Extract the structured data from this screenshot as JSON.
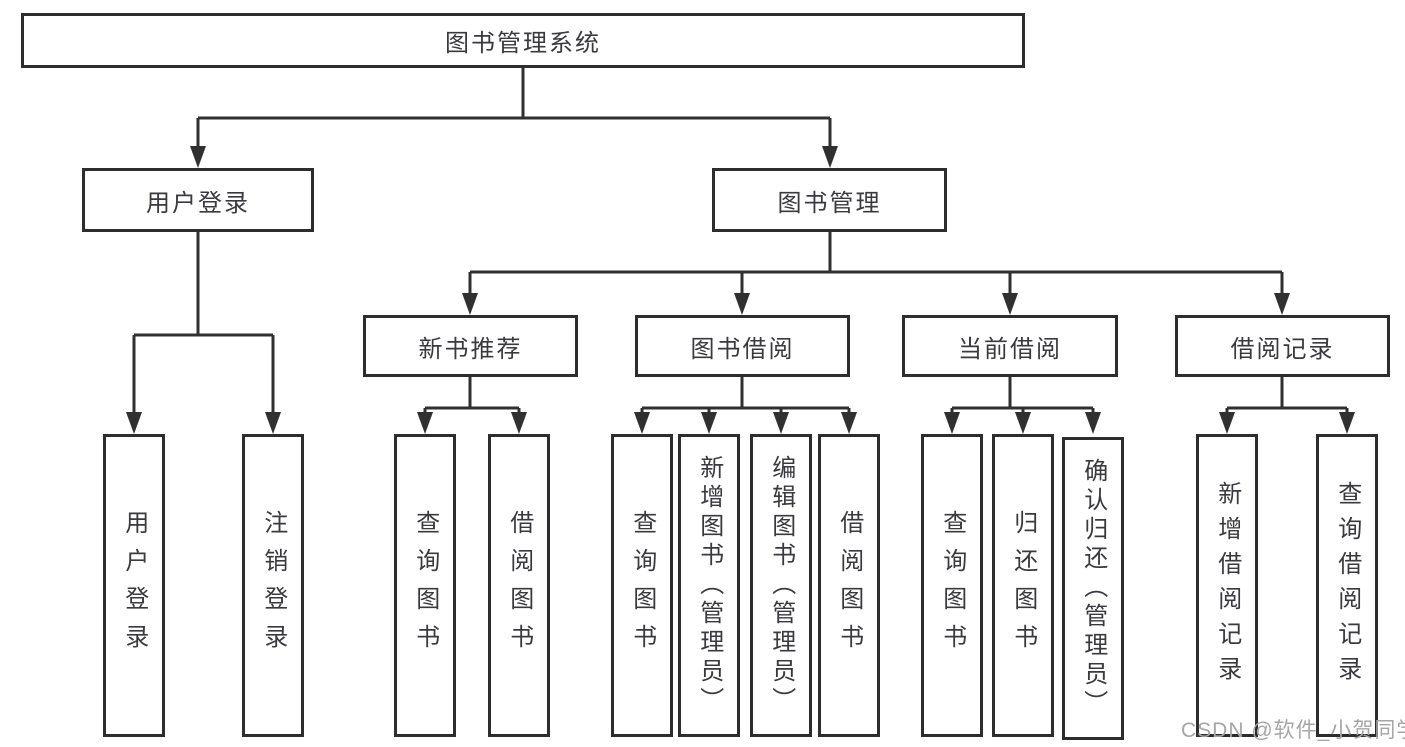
{
  "tree": {
    "root": {
      "label": "图书管理系统"
    },
    "branches": [
      {
        "label": "用户登录",
        "children": [
          {
            "label": "用户登录"
          },
          {
            "label": "注销登录"
          }
        ]
      },
      {
        "label": "图书管理",
        "children": [
          {
            "label": "新书推荐",
            "children": [
              {
                "label": "查询图书"
              },
              {
                "label": "借阅图书"
              }
            ]
          },
          {
            "label": "图书借阅",
            "children": [
              {
                "label": "查询图书"
              },
              {
                "label": "新增图书（管理员）"
              },
              {
                "label": "编辑图书（管理员）"
              },
              {
                "label": "借阅图书"
              }
            ]
          },
          {
            "label": "当前借阅",
            "children": [
              {
                "label": "查询图书"
              },
              {
                "label": "归还图书"
              },
              {
                "label": "确认归还（管理员）"
              }
            ]
          },
          {
            "label": "借阅记录",
            "children": [
              {
                "label": "新增借阅记录"
              },
              {
                "label": "查询借阅记录"
              }
            ]
          }
        ]
      }
    ]
  },
  "watermark": {
    "text": "CSDN @软件_小贺同学"
  },
  "colors": {
    "line": "#303030",
    "border": "#2d2d2d",
    "text": "#3a3a3e",
    "watermark": "#a6a6a6"
  }
}
